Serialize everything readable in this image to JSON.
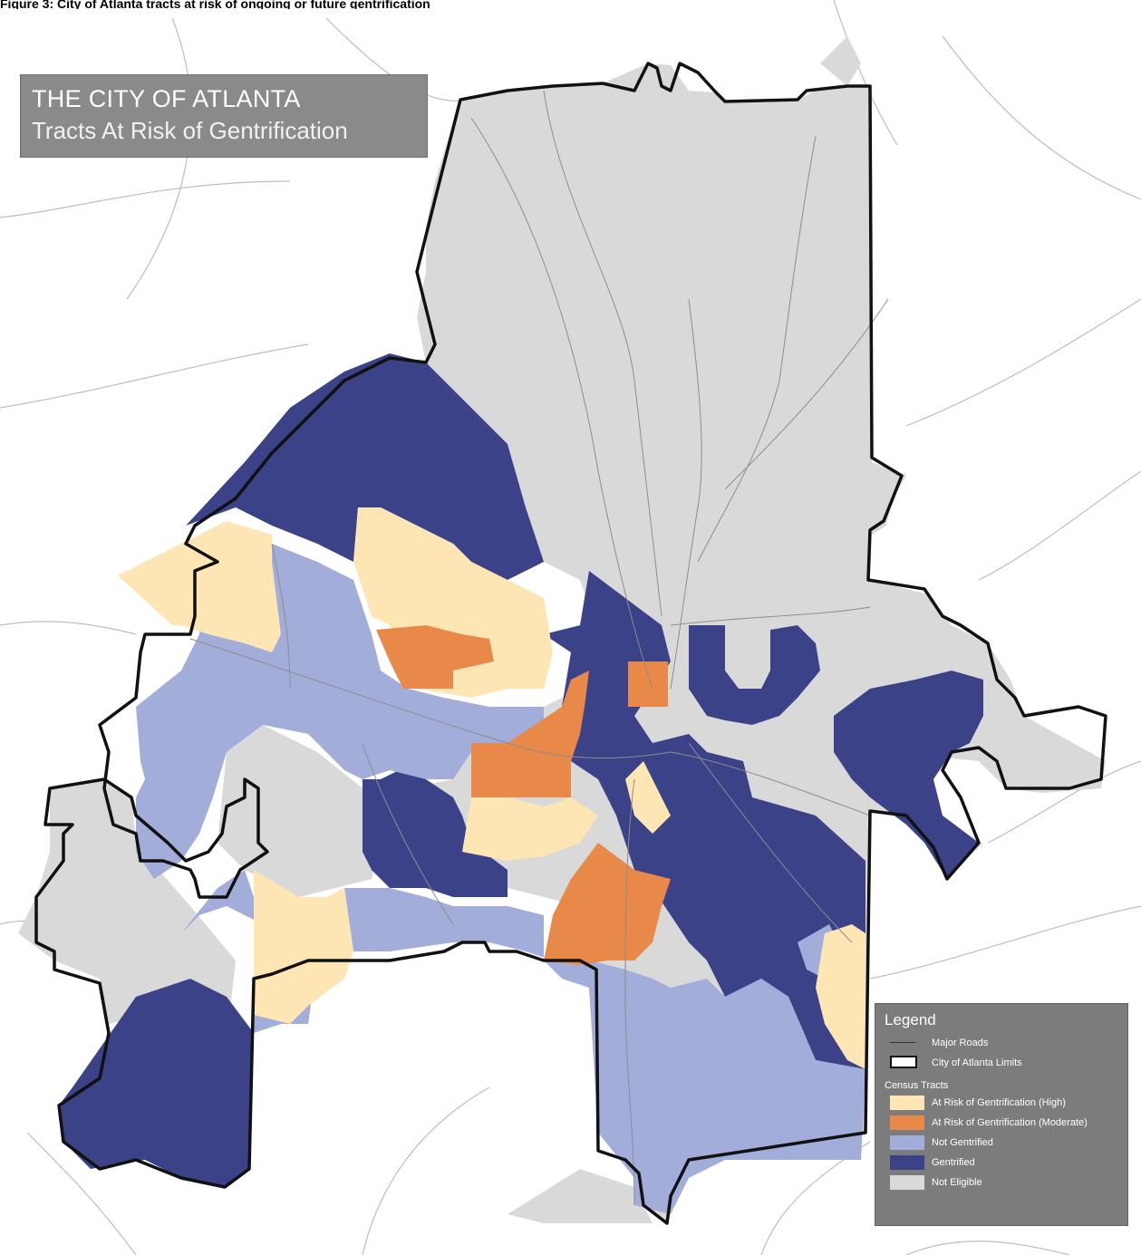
{
  "caption": "Figure 3: City of Atlanta tracts at risk of ongoing or future gentrification",
  "title": {
    "line1": "THE CITY OF ATLANTA",
    "line2": "Tracts At Risk of Gentrification"
  },
  "legend": {
    "title": "Legend",
    "items": [
      {
        "label": "Major Roads",
        "type": "line",
        "color": "#333333"
      },
      {
        "label": "City of Atlanta Limits",
        "type": "boundary",
        "color": "#111111"
      }
    ],
    "section_title": "Census Tracts",
    "categories": [
      {
        "label": "At Risk of Gentrification (High)",
        "color": "#fde5b4"
      },
      {
        "label": "At Risk of Gentrification (Moderate)",
        "color": "#e8894a"
      },
      {
        "label": "Not Gentrified",
        "color": "#a3add9"
      },
      {
        "label": "Gentrified",
        "color": "#3b4288"
      },
      {
        "label": "Not Eligible",
        "color": "#d9d9d9"
      }
    ]
  },
  "colors": {
    "high_risk": "#fde5b4",
    "moderate_risk": "#e8894a",
    "not_gentrified": "#a3add9",
    "gentrified": "#3b4288",
    "not_eligible": "#d9d9d9",
    "city_limit": "#111111",
    "roads": "#bdbdbd"
  }
}
